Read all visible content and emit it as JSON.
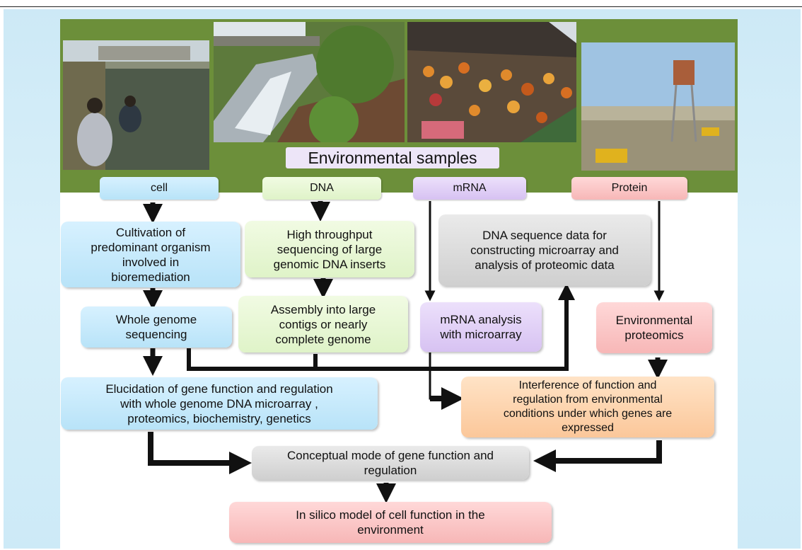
{
  "photo_label": "Environmental samples",
  "headers": {
    "cell": "cell",
    "dna": "DNA",
    "mrna": "mRNA",
    "protein": "Protein"
  },
  "boxes": {
    "cultivation": [
      "Cultivation of",
      "predominant organism",
      "involved in",
      "bioremediation"
    ],
    "high_throughput": [
      "High throughput",
      "sequencing of large",
      "genomic DNA inserts"
    ],
    "dna_sequence_data": [
      "DNA sequence data for",
      "constructing microarray and",
      "analysis of proteomic data"
    ],
    "whole_genome": [
      "Whole genome",
      "sequencing"
    ],
    "assembly": [
      "Assembly into large",
      "contigs or nearly",
      "complete genome"
    ],
    "mrna_analysis": [
      "mRNA analysis",
      "with microarray"
    ],
    "env_proteomics": [
      "Environmental",
      "proteomics"
    ],
    "elucidation": [
      "Elucidation of gene function and regulation",
      "with whole genome DNA microarray ,",
      "proteomics, biochemistry, genetics"
    ],
    "interference": [
      "Interference of function and",
      "regulation from environmental",
      "conditions under which genes are",
      "expressed"
    ],
    "conceptual": [
      "Conceptual mode of gene function and",
      "regulation"
    ],
    "in_silico": [
      "In silico model  of cell function in the",
      "environment"
    ]
  },
  "colors": {
    "blue": "#bfe6fa",
    "green": "#e3f5cf",
    "purple": "#dccaf4",
    "pink": "#f9c0c0",
    "grey": "#d6d6d6",
    "orange": "#fccba0",
    "photo_strip": "#6c8f3a",
    "background": "#d3edf8"
  }
}
